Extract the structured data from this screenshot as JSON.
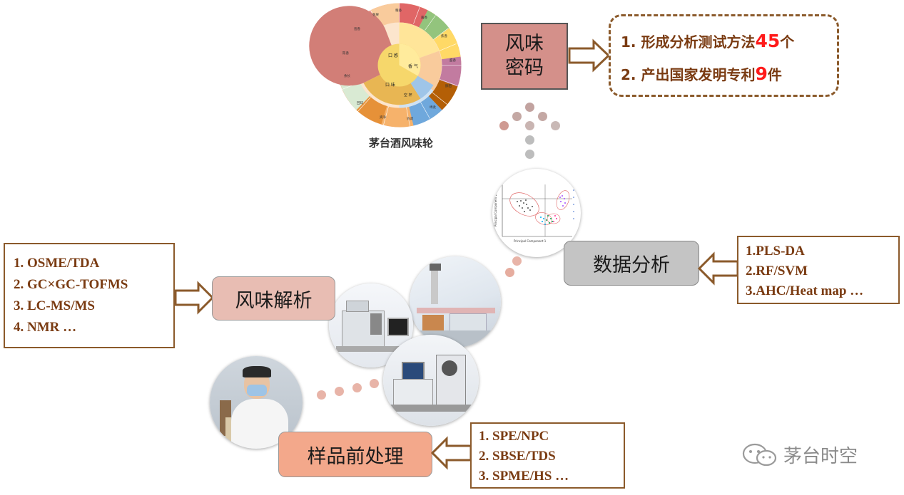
{
  "wheel": {
    "caption": "茅台酒风味轮",
    "inner_labels": [
      "口 感",
      "口 味",
      "香 气",
      "空 杯"
    ],
    "ring_labels": [
      "粮香",
      "酱香",
      "焦香",
      "甜香",
      "醇甜",
      "绵柔",
      "协调",
      "爽净",
      "回味",
      "余长",
      "陈香",
      "窖香",
      "花果"
    ]
  },
  "stages": {
    "code": {
      "line1": "风味",
      "line2": "密码"
    },
    "data_analysis": "数据分析",
    "flavor_analysis": "风味解析",
    "pretreatment": "样品前处理"
  },
  "results": {
    "item1_prefix": "1. 形成分析测试方法",
    "item1_num": "45",
    "item1_suffix": "个",
    "item2_prefix": "2. 产出国家发明专利",
    "item2_num": "9",
    "item2_suffix": "件"
  },
  "methods_flavor": [
    "1. OSME/TDA",
    "2. GC×GC-TOFMS",
    "3. LC-MS/MS",
    "4. NMR …"
  ],
  "methods_data": [
    "1.PLS-DA",
    "2.RF/SVM",
    "3.AHC/Heat map …"
  ],
  "methods_pretreatment": [
    "1. SPE/NPC",
    "2. SBSE/TDS",
    "3. SPME/HS …"
  ],
  "plot": {
    "xlabel": "Principal Component 1",
    "ylabel": "Principal Component 2"
  },
  "watermark": "茅台时空",
  "colors": {
    "code_box": "#d4908a",
    "flavor_box": "#e8bdb3",
    "pretreat_box": "#f3a88b",
    "data_box": "#c4c4c4",
    "border_brown": "#8b5a2b",
    "highlight_red": "#ff1a1a"
  }
}
